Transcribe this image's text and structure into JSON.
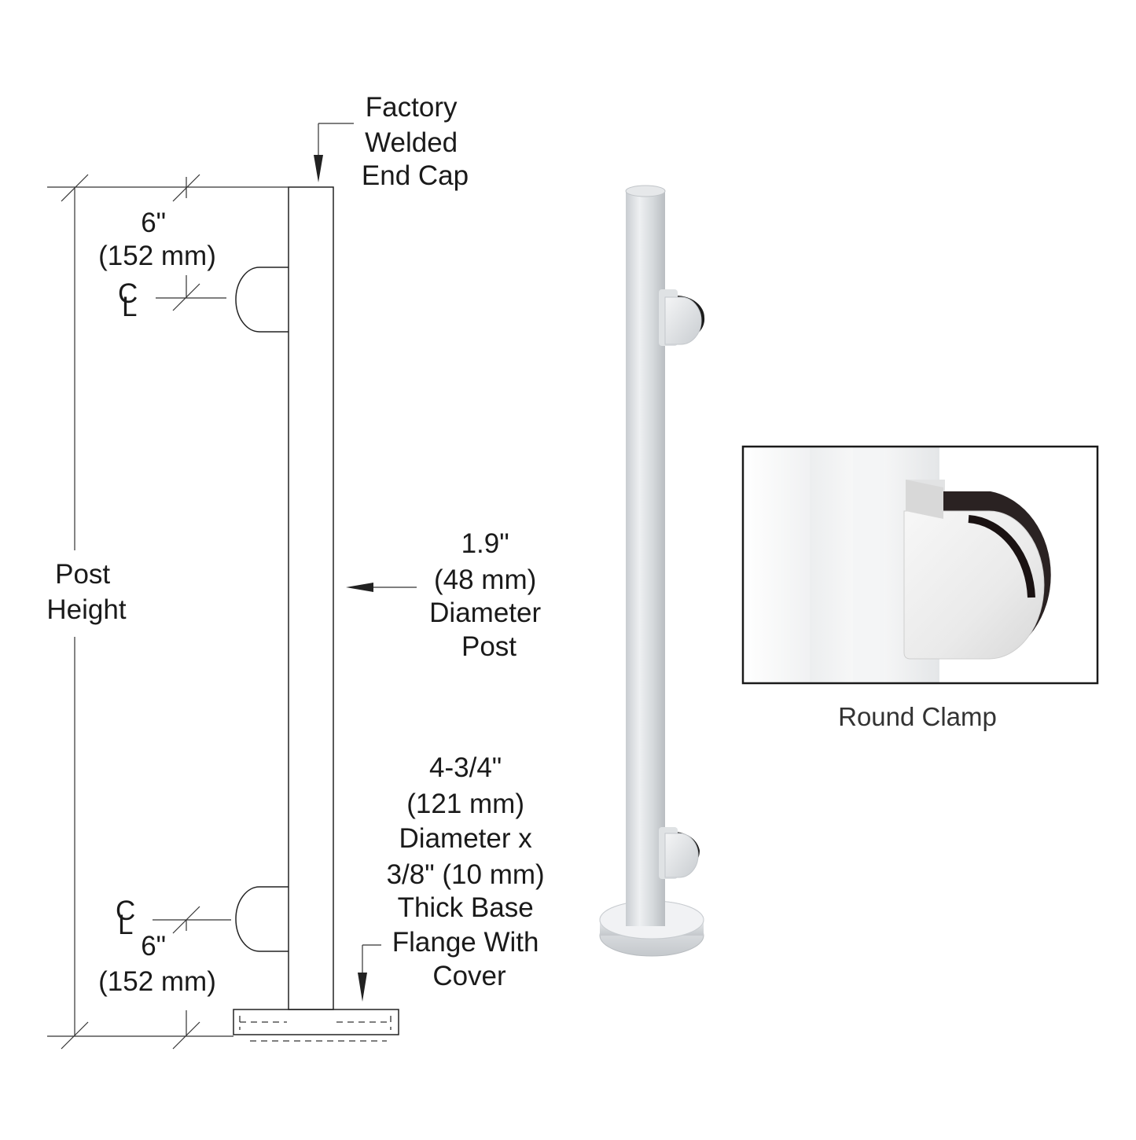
{
  "labels": {
    "end_cap": [
      "Factory",
      "Welded",
      "End Cap"
    ],
    "top_offset": [
      "6\"",
      "(152 mm)"
    ],
    "centerline_symbol": [
      "C",
      "L"
    ],
    "post_height": [
      "Post",
      "Height"
    ],
    "diameter": [
      "1.9\"",
      "(48 mm)",
      "Diameter",
      "Post"
    ],
    "base_flange": [
      "4-3/4\"",
      "(121 mm)",
      "Diameter x",
      "3/8\" (10 mm)",
      "Thick Base",
      "Flange With",
      "Cover"
    ],
    "bottom_offset": [
      "6\"",
      "(152 mm)"
    ]
  },
  "inset": {
    "caption": "Round Clamp"
  },
  "colors": {
    "line": "#222222",
    "post_metal": "#d9dcdf",
    "clamp_metal": "#eceeef",
    "gasket": "#1c1c1c"
  },
  "icons": {
    "arrow": "arrow-icon",
    "centerline": "centerline-icon"
  }
}
